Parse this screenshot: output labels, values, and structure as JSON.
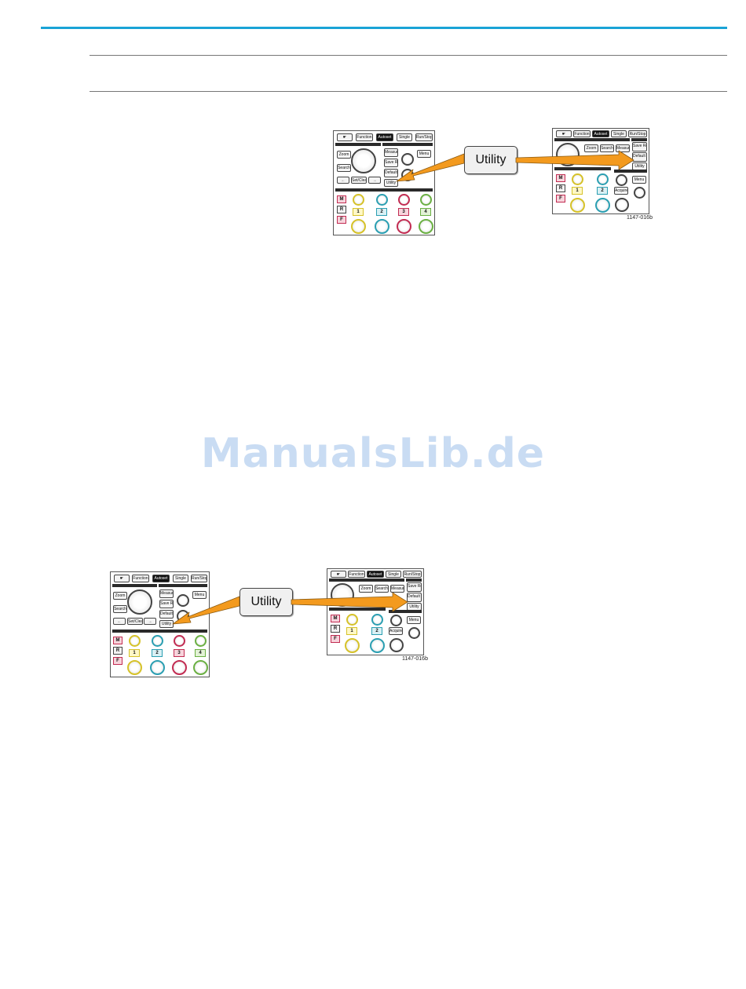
{
  "watermark": "ManualsLib.de",
  "figures": [
    {
      "callout": "Utility",
      "figure_number": "1147-016b",
      "left_panel": {
        "top_buttons": [
          "Function",
          "Autoset",
          "Single",
          "Run/Stop"
        ],
        "nav_buttons": [
          "Zoom",
          "Search"
        ],
        "arrow_buttons": [
          "Set/Clear"
        ],
        "side_buttons": [
          "Measure",
          "Save Recall",
          "Default Setup",
          "Utility"
        ],
        "menu_button": "Menu",
        "channel_buttons": [
          "M",
          "R",
          "F",
          "1",
          "2",
          "3",
          "4"
        ]
      },
      "right_panel": {
        "top_buttons": [
          "Function",
          "Autoset",
          "Single",
          "Run/Stop"
        ],
        "nav_buttons": [
          "Zoom",
          "Search",
          "Measure"
        ],
        "side_buttons": [
          "Save Recall",
          "Default Setup",
          "Utility"
        ],
        "menu_button": "Menu",
        "acquire_button": "Acquire",
        "channel_buttons": [
          "M",
          "R",
          "F",
          "1",
          "2"
        ]
      }
    },
    {
      "callout": "Utility",
      "figure_number": "1147-016b",
      "left_panel": {
        "top_buttons": [
          "Function",
          "Autoset",
          "Single",
          "Run/Stop"
        ],
        "nav_buttons": [
          "Zoom",
          "Search"
        ],
        "arrow_buttons": [
          "Set/Clear"
        ],
        "side_buttons": [
          "Measure",
          "Save Recall",
          "Default Setup",
          "Utility"
        ],
        "menu_button": "Menu",
        "channel_buttons": [
          "M",
          "R",
          "F",
          "1",
          "2",
          "3",
          "4"
        ]
      },
      "right_panel": {
        "top_buttons": [
          "Function",
          "Autoset",
          "Single",
          "Run/Stop"
        ],
        "nav_buttons": [
          "Zoom",
          "Search",
          "Measure"
        ],
        "side_buttons": [
          "Save Recall",
          "Default Setup",
          "Utility"
        ],
        "menu_button": "Menu",
        "acquire_button": "Acquire",
        "channel_buttons": [
          "M",
          "R",
          "F",
          "1",
          "2"
        ]
      }
    }
  ],
  "colors": {
    "header_rule": "#1aa3d6",
    "arrow_fill": "#f39a1e",
    "watermark": "#c9dcf3"
  }
}
